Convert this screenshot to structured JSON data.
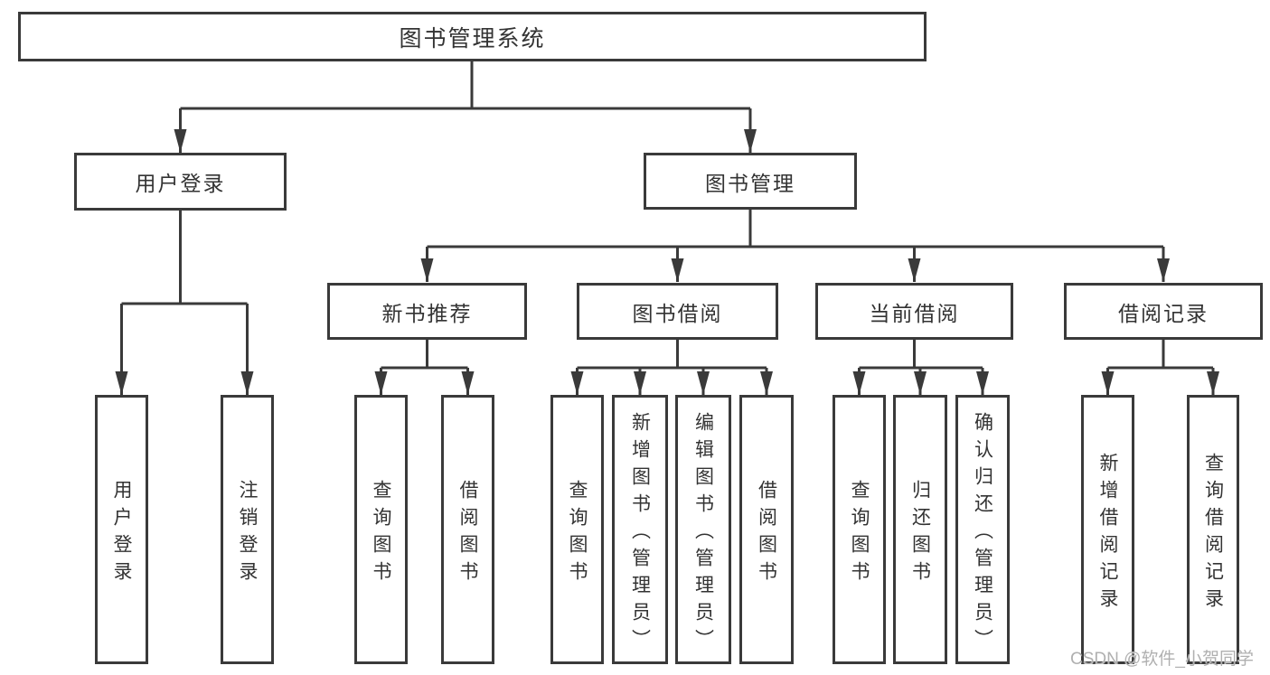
{
  "tree": {
    "root": "图书管理系统",
    "branches": [
      {
        "label": "用户登录",
        "children": [
          "用户登录",
          "注销登录"
        ]
      },
      {
        "label": "图书管理",
        "sections": [
          {
            "label": "新书推荐",
            "children": [
              "查询图书",
              "借阅图书"
            ]
          },
          {
            "label": "图书借阅",
            "children": [
              "查询图书",
              "新增图书（管理员）",
              "编辑图书（管理员）",
              "借阅图书"
            ]
          },
          {
            "label": "当前借阅",
            "children": [
              "查询图书",
              "归还图书",
              "确认归还（管理员）"
            ]
          },
          {
            "label": "借阅记录",
            "children": [
              "新增借阅记录",
              "查询借阅记录"
            ]
          }
        ]
      }
    ]
  },
  "watermark": "CSDN @软件_小贺同学",
  "colors": {
    "line": "#3a3a3a",
    "text": "#333333",
    "box_background": "#ffffff",
    "watermark": "#b0b0b0"
  }
}
